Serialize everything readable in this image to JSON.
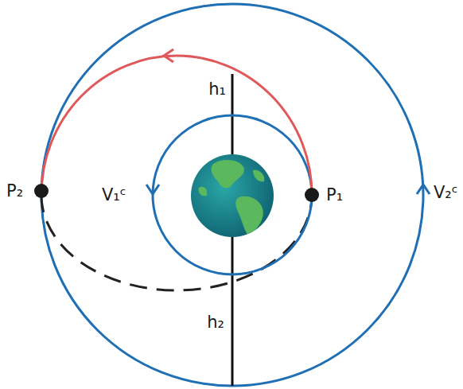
{
  "diagram": {
    "labels": [
      "h₁",
      "P₂",
      "V₁ᶜ",
      "P₁",
      "V₂ᶜ",
      "h₂"
    ]
  }
}
